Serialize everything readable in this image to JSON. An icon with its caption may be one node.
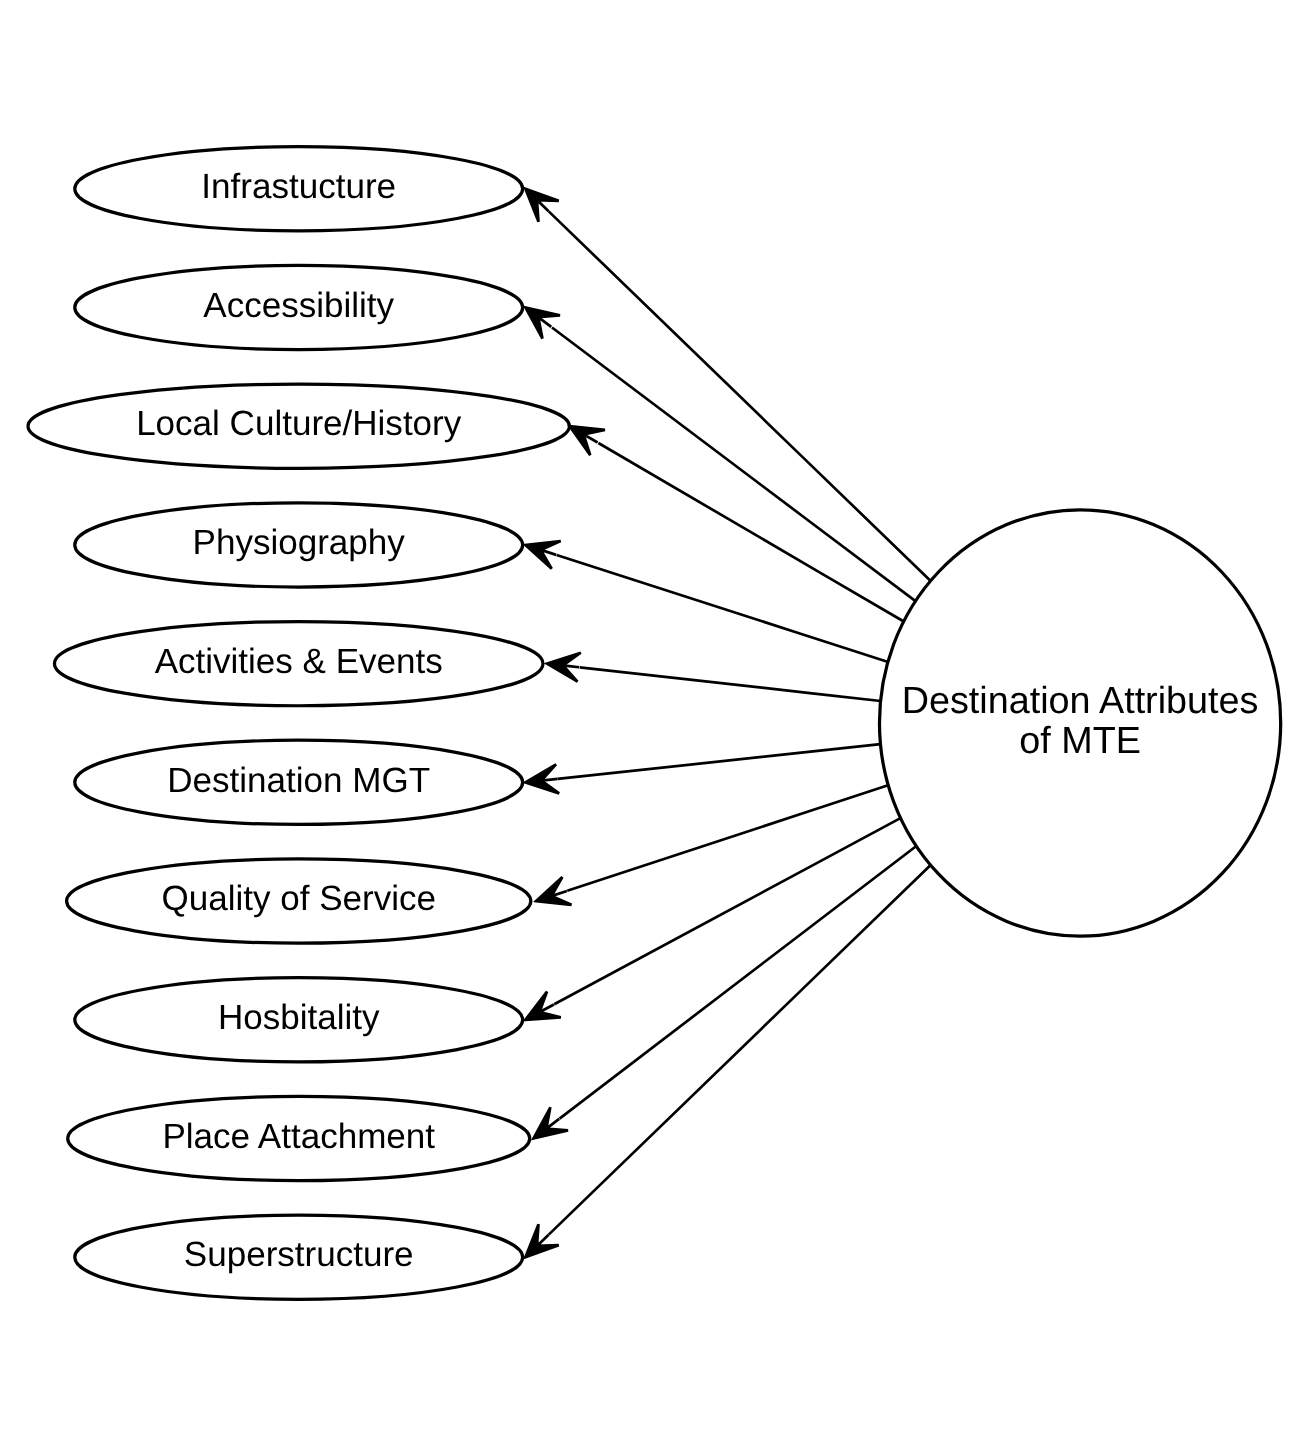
{
  "diagram": {
    "nodes": [
      {
        "text": [
          "Infrastucture"
        ]
      },
      {
        "text": [
          "Accessibility"
        ]
      },
      {
        "text": [
          "Local Culture/History"
        ]
      },
      {
        "text": [
          "Physiography"
        ]
      },
      {
        "text": [
          "Activities & Events"
        ]
      },
      {
        "text": [
          "Destination MGT"
        ]
      },
      {
        "text": [
          "Quality of Service"
        ]
      },
      {
        "text": [
          "Hosbitality"
        ]
      },
      {
        "text": [
          "Place Attachment"
        ]
      },
      {
        "text": [
          "Superstructure"
        ]
      },
      {
        "text": [
          "Destination Attributes of MTE"
        ]
      }
    ],
    "edges": [
      {
        "from": 10,
        "to": 0,
        "arrow": "to"
      },
      {
        "from": 10,
        "to": 1,
        "arrow": "to"
      },
      {
        "from": 10,
        "to": 2,
        "arrow": "to"
      },
      {
        "from": 10,
        "to": 3,
        "arrow": "to"
      },
      {
        "from": 10,
        "to": 4,
        "arrow": "to"
      },
      {
        "from": 10,
        "to": 5,
        "arrow": "to"
      },
      {
        "from": 10,
        "to": 6,
        "arrow": "to"
      },
      {
        "from": 10,
        "to": 7,
        "arrow": "to"
      },
      {
        "from": 10,
        "to": 8,
        "arrow": "to"
      },
      {
        "from": 10,
        "to": 9,
        "arrow": "to"
      }
    ]
  }
}
